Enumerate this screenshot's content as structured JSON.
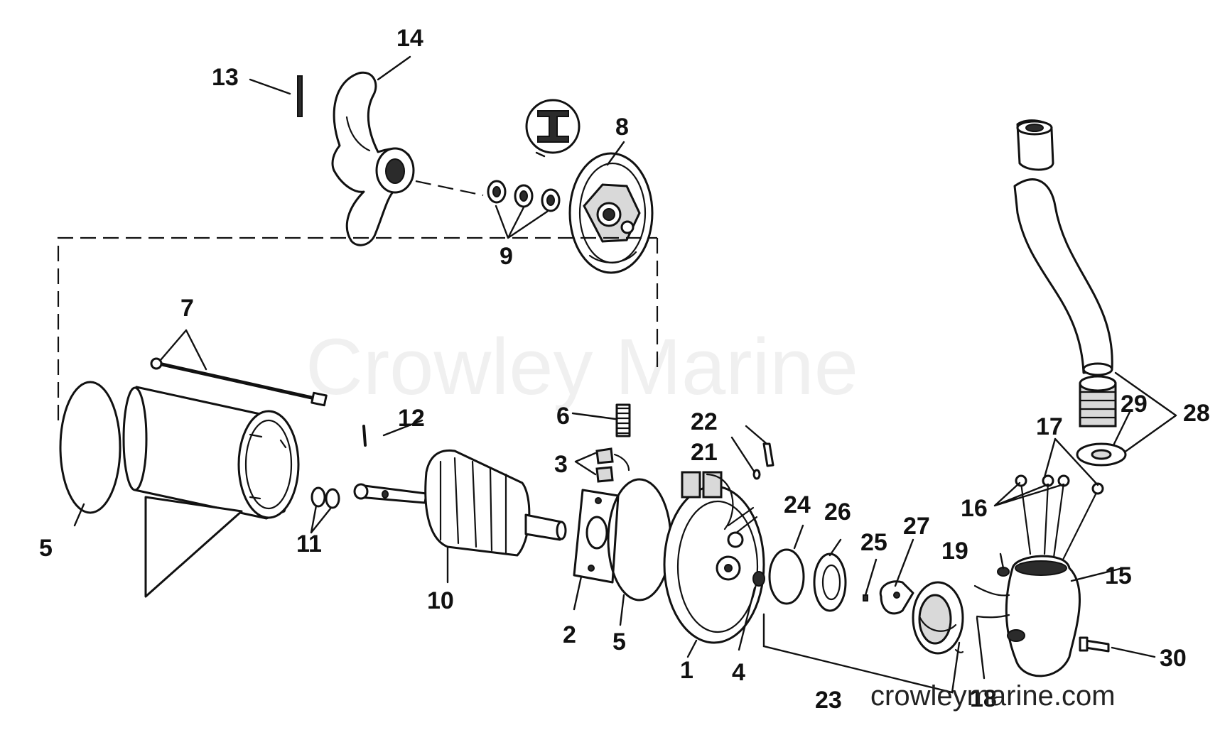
{
  "watermark": "Crowley Marine",
  "site": "crowleymarine.com",
  "callouts": {
    "c1": "1",
    "c2": "2",
    "c3": "3",
    "c4": "4",
    "c5a": "5",
    "c5b": "5",
    "c6": "6",
    "c7": "7",
    "c8": "8",
    "c9": "9",
    "c10": "10",
    "c11": "11",
    "c12": "12",
    "c13": "13",
    "c14": "14",
    "c15": "15",
    "c16": "16",
    "c17": "17",
    "c18": "18",
    "c19": "19",
    "c21": "21",
    "c22": "22",
    "c23": "23",
    "c24": "24",
    "c25": "25",
    "c26": "26",
    "c27": "27",
    "c28": "28",
    "c29": "29",
    "c30": "30"
  }
}
